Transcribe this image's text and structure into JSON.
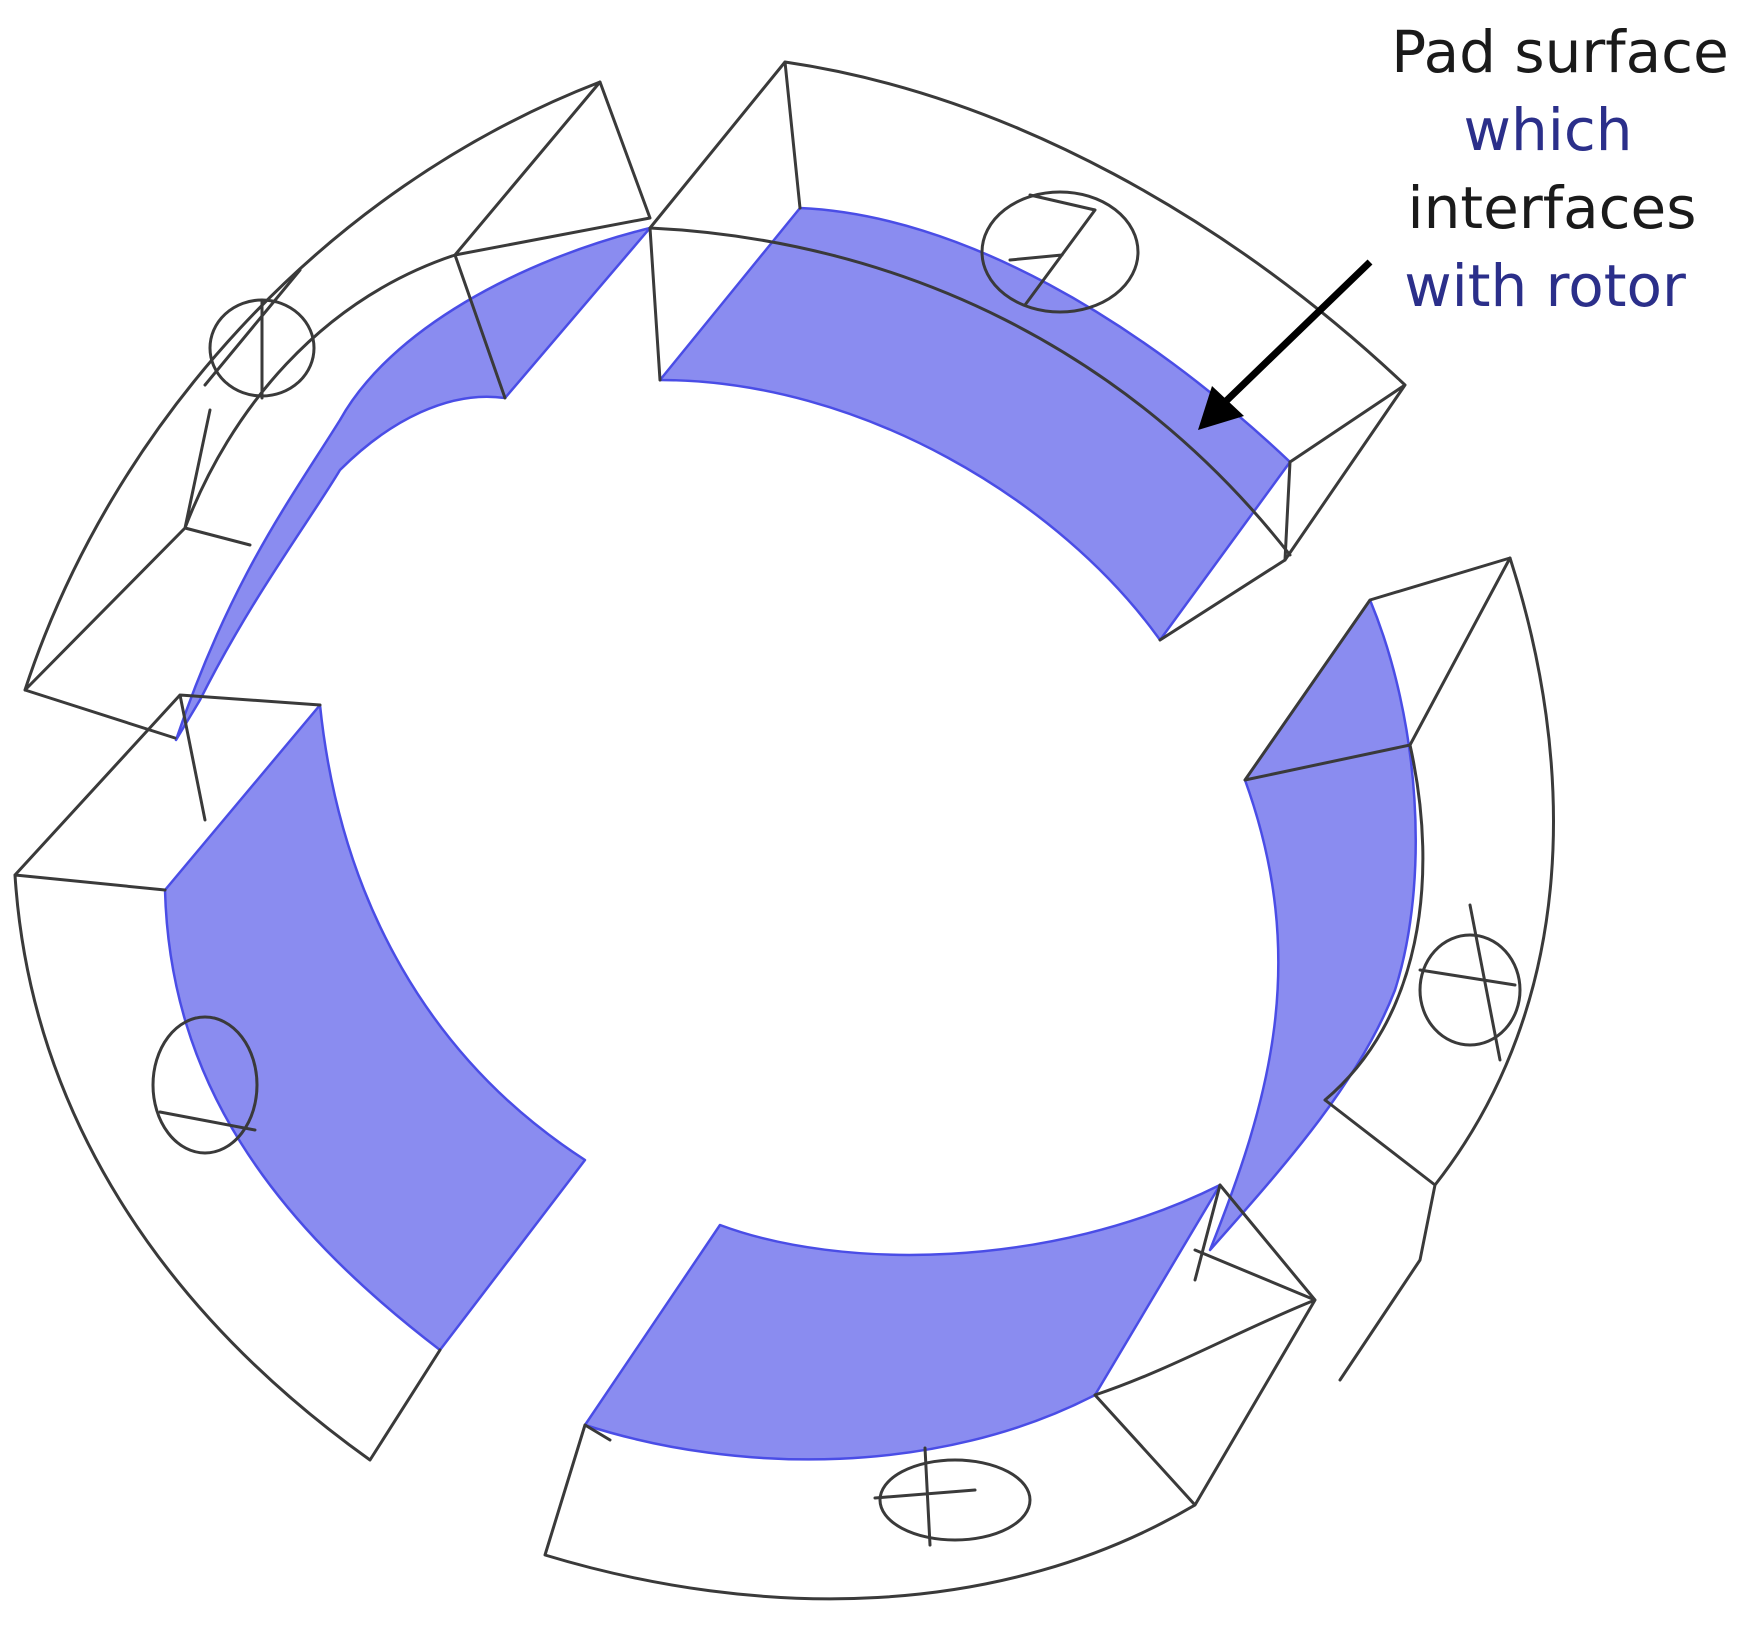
{
  "annotation": {
    "lines": [
      "Pad surface",
      "which",
      "interfaces",
      "with rotor"
    ]
  },
  "colors": {
    "pad_surface": "#8a8cf0",
    "pad_outline": "#4a4de6",
    "wireframe": "#3a3a3a",
    "arrow": "#000000",
    "background": "#ffffff"
  }
}
